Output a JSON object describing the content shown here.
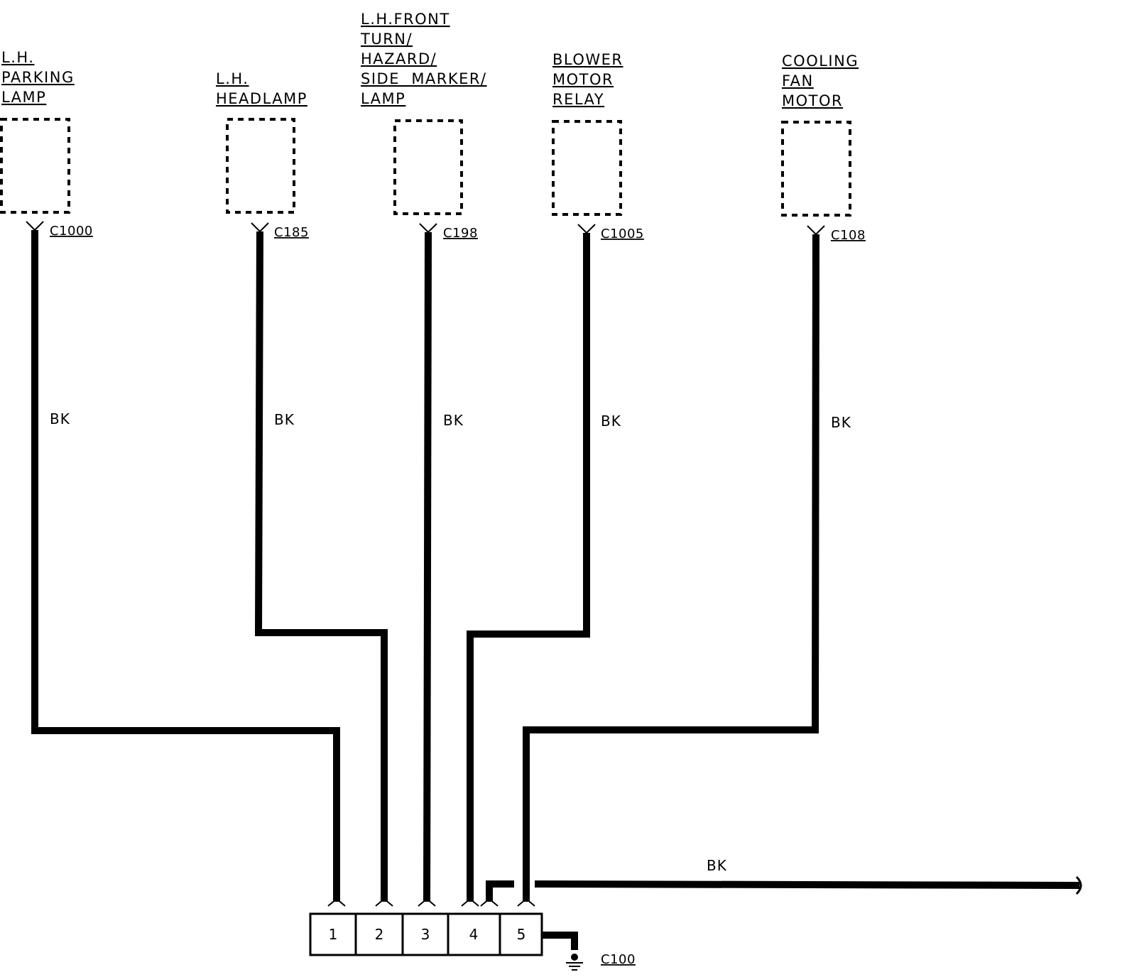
{
  "components": [
    {
      "id": "lh-parking-lamp",
      "lines": [
        "L.H.",
        "PARKING",
        "LAMP"
      ],
      "connector": "C1000",
      "wire_color": "BK"
    },
    {
      "id": "lh-headlamp",
      "lines": [
        "L.H.",
        "HEADLAMP"
      ],
      "connector": "C185",
      "wire_color": "BK"
    },
    {
      "id": "lh-front-turn-hazard-side-marker-lamp",
      "lines": [
        "L.H.FRONT",
        "TURN/",
        "HAZARD/",
        "SIDE  MARKER/",
        "LAMP"
      ],
      "connector": "C198",
      "wire_color": "BK"
    },
    {
      "id": "blower-motor-relay",
      "lines": [
        "BLOWER",
        "MOTOR",
        "RELAY"
      ],
      "connector": "C1005",
      "wire_color": "BK"
    },
    {
      "id": "cooling-fan-motor",
      "lines": [
        "COOLING",
        "FAN",
        "MOTOR"
      ],
      "connector": "C108",
      "wire_color": "BK"
    }
  ],
  "splice_pins": [
    "1",
    "2",
    "3",
    "4",
    "5"
  ],
  "continuation_wire_color": "BK",
  "ground": "C100"
}
